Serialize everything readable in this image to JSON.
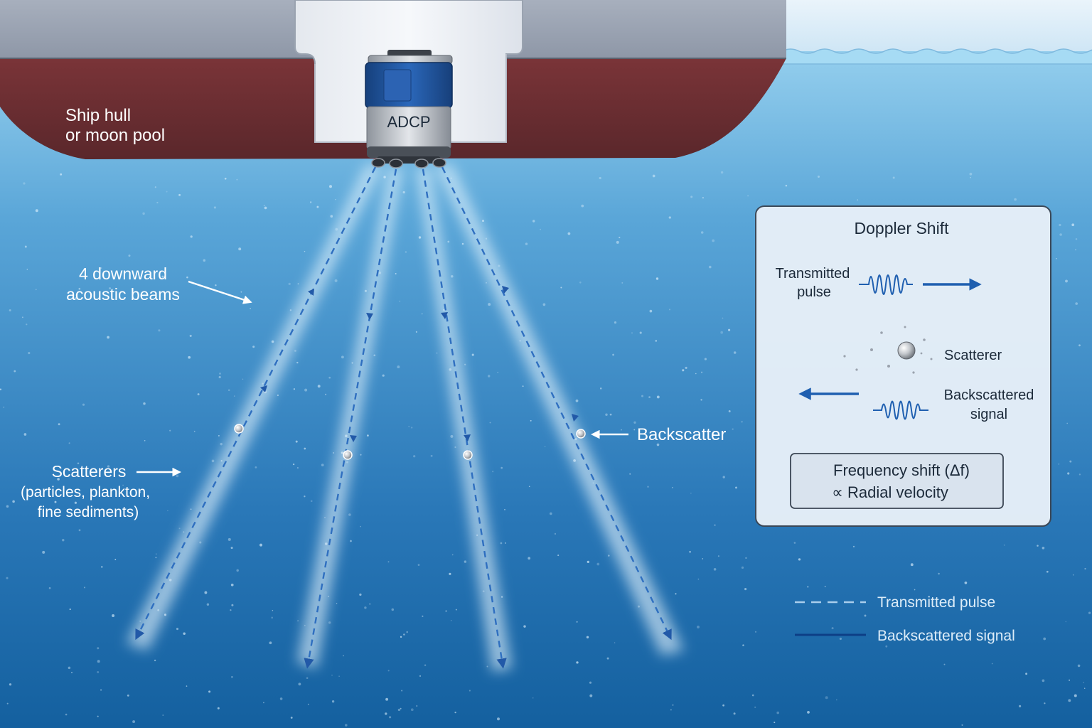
{
  "hull": {
    "line1": "Ship hull",
    "line2": "or moon pool"
  },
  "instrument": {
    "label": "ADCP"
  },
  "annotations": {
    "beams": {
      "line1": "4 downward",
      "line2": "acoustic beams"
    },
    "scatterers": {
      "line1": "Scatterers",
      "line2": "(particles, plankton,",
      "line3": "fine sediments)"
    },
    "backscatter": "Backscatter"
  },
  "doppler_panel": {
    "title": "Doppler Shift",
    "transmitted": {
      "line1": "Transmitted",
      "line2": "pulse"
    },
    "scatterer": "Scatterer",
    "backscattered": {
      "line1": "Backscattered",
      "line2": "signal"
    },
    "formula": {
      "line1": "Frequency shift (Δf)",
      "line2": "∝ Radial velocity"
    }
  },
  "legend": {
    "transmitted": "Transmitted pulse",
    "backscattered": "Backscattered signal"
  },
  "colors": {
    "water_top": "#8ecdee",
    "water_bottom": "#14609f",
    "hull_red": "#6e2f33",
    "hull_gray": "#9aa3b2",
    "adcp_blue": "#1f56a4",
    "beam_line": "#2f6fc0",
    "panel_bg": "#e6eff8"
  },
  "icons": {
    "arrow": "arrow-icon",
    "wave": "wave-pulse-icon",
    "scatter_particle": "particle-dot-icon"
  }
}
